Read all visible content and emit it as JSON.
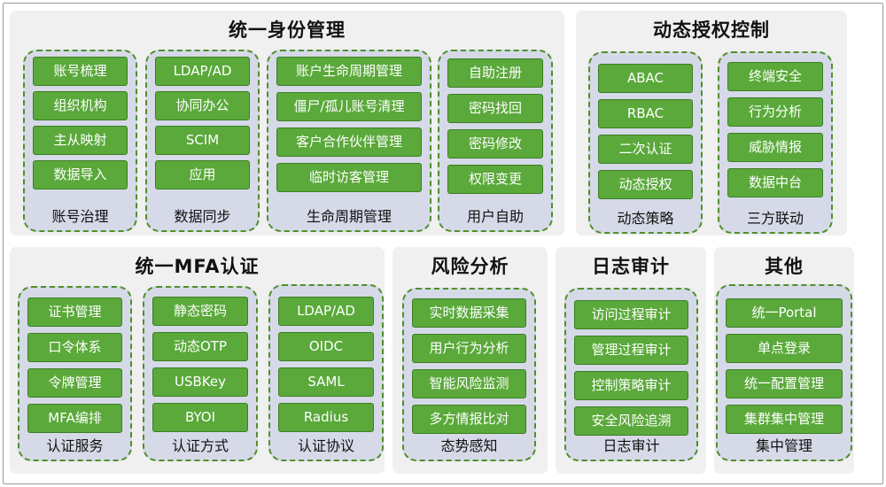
{
  "sections": {
    "identity": {
      "title": "统一身份管理",
      "groups": [
        {
          "label": "账号治理",
          "items": [
            "账号梳理",
            "组织机构",
            "主从映射",
            "数据导入"
          ]
        },
        {
          "label": "数据同步",
          "items": [
            "LDAP/AD",
            "协同办公",
            "SCIM",
            "应用"
          ]
        },
        {
          "label": "生命周期管理",
          "items": [
            "账户生命周期管理",
            "僵尸/孤儿账号清理",
            "客户合作伙伴管理",
            "临时访客管理"
          ]
        },
        {
          "label": "用户自助",
          "items": [
            "自助注册",
            "密码找回",
            "密码修改",
            "权限变更"
          ]
        }
      ]
    },
    "authz": {
      "title": "动态授权控制",
      "groups": [
        {
          "label": "动态策略",
          "items": [
            "ABAC",
            "RBAC",
            "二次认证",
            "动态授权"
          ]
        },
        {
          "label": "三方联动",
          "items": [
            "终端安全",
            "行为分析",
            "威胁情报",
            "数据中台"
          ]
        }
      ]
    },
    "mfa": {
      "title": "统一MFA认证",
      "groups": [
        {
          "label": "认证服务",
          "items": [
            "证书管理",
            "口令体系",
            "令牌管理",
            "MFA编排"
          ]
        },
        {
          "label": "认证方式",
          "items": [
            "静态密码",
            "动态OTP",
            "USBKey",
            "BYOI"
          ]
        },
        {
          "label": "认证协议",
          "items": [
            "LDAP/AD",
            "OIDC",
            "SAML",
            "Radius"
          ]
        }
      ]
    },
    "risk": {
      "title": "风险分析",
      "groups": [
        {
          "label": "态势感知",
          "items": [
            "实时数据采集",
            "用户行为分析",
            "智能风险监测",
            "多方情报比对"
          ]
        }
      ]
    },
    "audit": {
      "title": "日志审计",
      "groups": [
        {
          "label": "日志审计",
          "items": [
            "访问过程审计",
            "管理过程审计",
            "控制策略审计",
            "安全风险追溯"
          ]
        }
      ]
    },
    "other": {
      "title": "其他",
      "groups": [
        {
          "label": "集中管理",
          "items": [
            "统一Portal",
            "单点登录",
            "统一配置管理",
            "集群集中管理"
          ]
        }
      ]
    }
  }
}
